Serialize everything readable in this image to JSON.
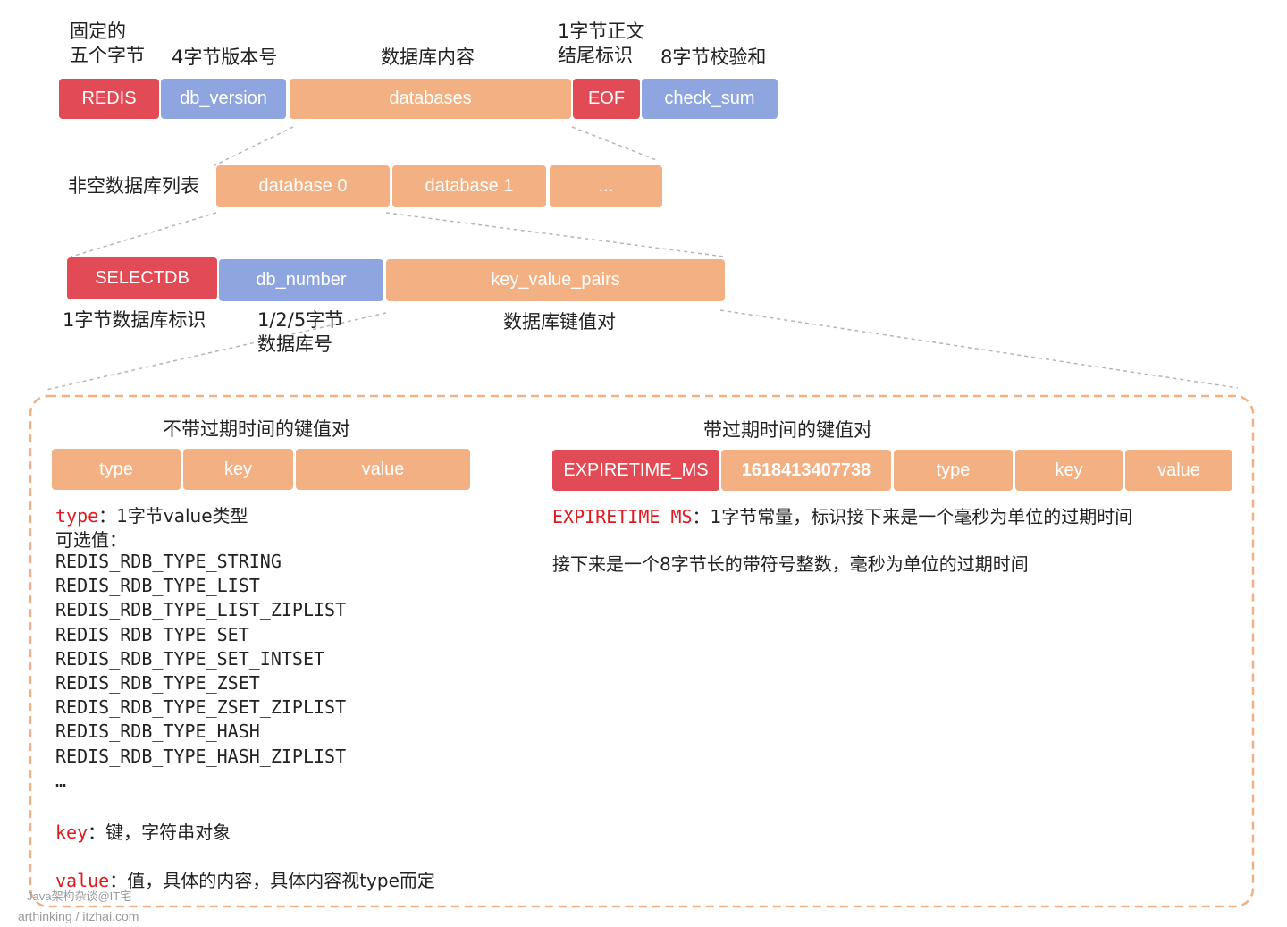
{
  "top": {
    "labels": {
      "fixed_five_bytes": [
        "固定的",
        "五个字节"
      ],
      "version_4bytes": "4字节版本号",
      "db_content": "数据库内容",
      "eof_label": [
        "1字节正文",
        "结尾标识"
      ],
      "checksum_label": "8字节校验和"
    },
    "boxes": {
      "redis": "REDIS",
      "db_version": "db_version",
      "databases": "databases",
      "eof": "EOF",
      "check_sum": "check_sum"
    }
  },
  "db_list": {
    "label": "非空数据库列表",
    "boxes": [
      "database 0",
      "database 1",
      "..."
    ]
  },
  "db_detail": {
    "boxes": {
      "selectdb": "SELECTDB",
      "db_number": "db_number",
      "key_value_pairs": "key_value_pairs"
    },
    "labels": {
      "selectdb": "1字节数据库标识",
      "db_number": [
        "1/2/5字节",
        "数据库号"
      ],
      "kv": "数据库键值对"
    }
  },
  "panel": {
    "left": {
      "title": "不带过期时间的键值对",
      "boxes": [
        "type",
        "key",
        "value"
      ],
      "type_kw": "type",
      "type_desc": "：1字节value类型",
      "options_label": "可选值：",
      "type_values": [
        "REDIS_RDB_TYPE_STRING",
        "REDIS_RDB_TYPE_LIST",
        "REDIS_RDB_TYPE_LIST_ZIPLIST",
        "REDIS_RDB_TYPE_SET",
        "REDIS_RDB_TYPE_SET_INTSET",
        "REDIS_RDB_TYPE_ZSET",
        "REDIS_RDB_TYPE_ZSET_ZIPLIST",
        "REDIS_RDB_TYPE_HASH",
        "REDIS_RDB_TYPE_HASH_ZIPLIST",
        "…"
      ],
      "key_kw": "key",
      "key_desc": "：键，字符串对象",
      "value_kw": "value",
      "value_desc": "：值，具体的内容，具体内容视type而定"
    },
    "right": {
      "title": "带过期时间的键值对",
      "boxes": [
        "EXPIRETIME_MS",
        "1618413407738",
        "type",
        "key",
        "value"
      ],
      "expire_kw": "EXPIRETIME_MS",
      "expire_desc": "：1字节常量，标识接下来是一个毫秒为单位的过期时间",
      "next_desc": "接下来是一个8字节长的带符号整数，毫秒为单位的过期时间"
    }
  },
  "watermark": {
    "line1": "Java架构杂谈@IT宅",
    "line2": "arthinking / itzhai.com"
  },
  "colors": {
    "red": "#e24a55",
    "blue": "#8fa5df",
    "orange": "#f3b083",
    "keyword": "#e0191f",
    "dash": "#f3b083"
  }
}
